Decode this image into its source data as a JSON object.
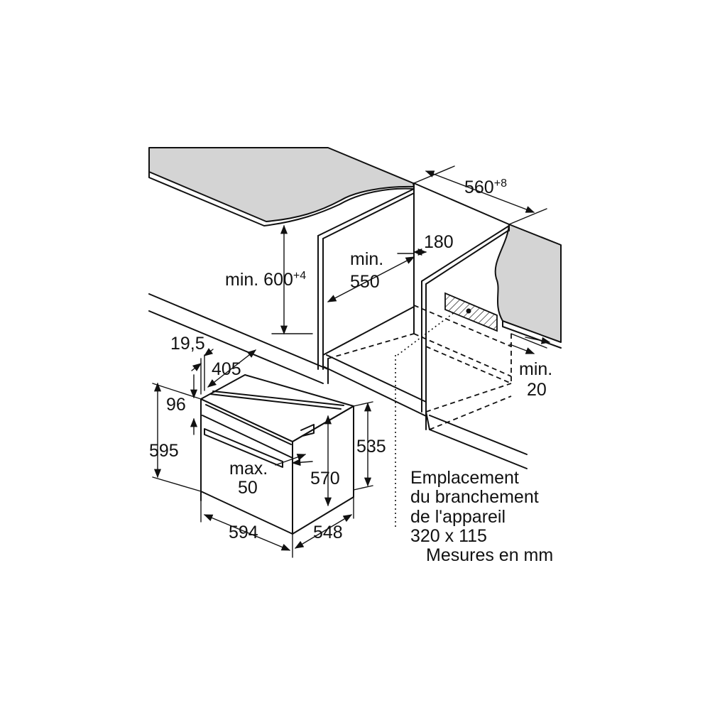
{
  "dimensions": {
    "niche_width": "560",
    "niche_width_tolerance": "+8",
    "niche_height": "min. 600",
    "niche_height_tolerance": "+4",
    "niche_depth_line1": "min.",
    "niche_depth_line2": "550",
    "rear_opening": "180",
    "side_gap_line1": "min.",
    "side_gap_line2": "20",
    "front_panel_thickness": "19,5",
    "control_panel_height": "96",
    "door_depth": "405",
    "oven_height": "595",
    "handle_projection_line1": "max.",
    "handle_projection_line2": "50",
    "body_height": "570",
    "rear_height": "535",
    "oven_width": "594",
    "body_depth": "548"
  },
  "connection_note": {
    "line1": "Emplacement",
    "line2": "du branchement",
    "line3": "de l'appareil",
    "line4": "320 x 115"
  },
  "units_note": "Mesures en mm",
  "colors": {
    "countertop_fill": "#d4d4d4",
    "line": "#111111",
    "background": "#ffffff"
  }
}
